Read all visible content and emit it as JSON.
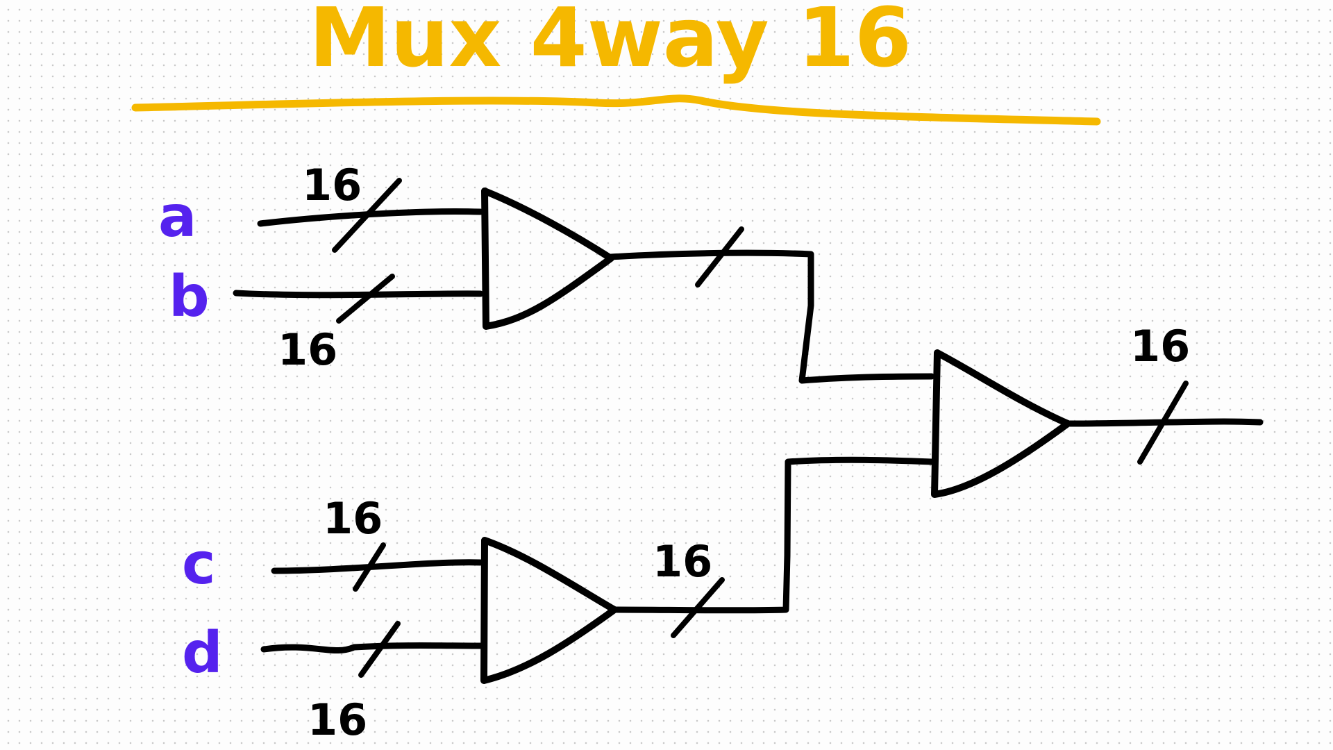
{
  "colors": {
    "title": "#f5b800",
    "inputs": "#5522ee",
    "ink": "#000000"
  },
  "title": "Mux 4way 16",
  "inputs": {
    "a": "a",
    "b": "b",
    "c": "c",
    "d": "d"
  },
  "bus_widths": {
    "a": "16",
    "b": "16",
    "c": "16",
    "d": "16",
    "mux_cd_out": "16",
    "out": "16"
  }
}
